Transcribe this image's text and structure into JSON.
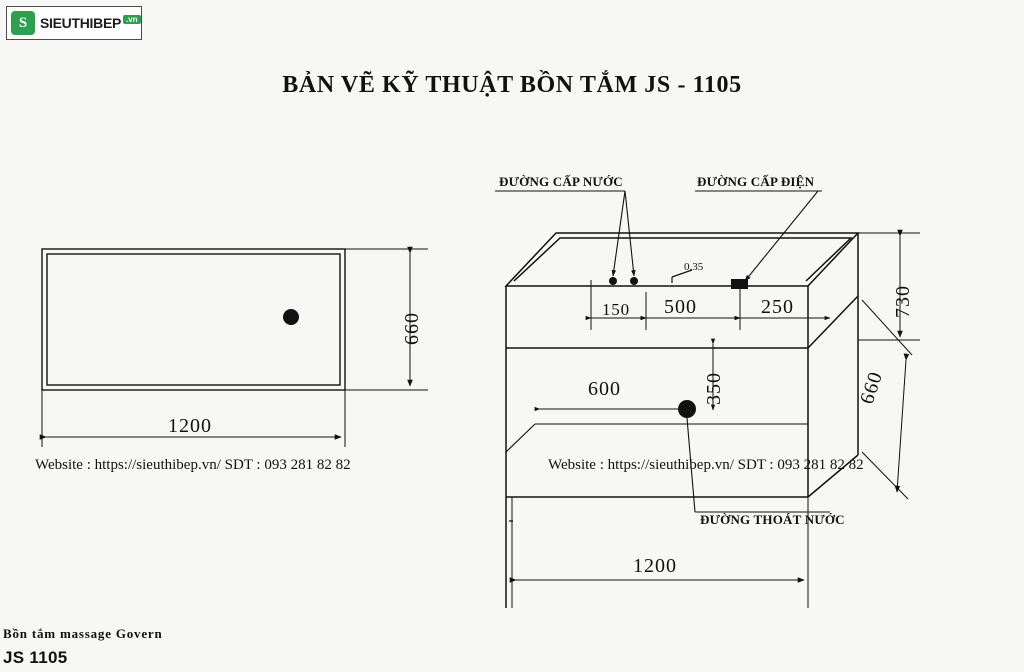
{
  "logo": {
    "brand": "SIEUTHIBEP",
    "suffix": ".vn",
    "mark": "S",
    "accent_color": "#2f9e4f"
  },
  "title": "BẢN VẼ KỸ THUẬT BỒN TẮM JS - 1105",
  "top_view": {
    "name": "top-view",
    "width_label": "1200",
    "height_label": "660",
    "drain_dot": true
  },
  "iso_view": {
    "name": "isometric-view",
    "callouts": {
      "water_supply": "ĐƯỜNG CẤP NƯỚC",
      "power_supply": "ĐƯỜNG CẤP ĐIỆN",
      "drain": "ĐƯỜNG THOÁT NƯỚC"
    },
    "dimensions": {
      "d150": "150",
      "d500": "500",
      "d250": "250",
      "d600": "600",
      "d350": "350",
      "d730": "730",
      "d660": "660",
      "d1200": "1200",
      "slope": "0.35"
    }
  },
  "watermarks": [
    {
      "text": "Website : https://sieuthibep.vn/    SDT : 093 281 82 82"
    },
    {
      "text": "Website : https://sieuthibep.vn/ SDT : 093 281 82 82"
    }
  ],
  "footer": {
    "line1": "Bồn tắm massage Govern",
    "line2": "JS 1105"
  },
  "colors": {
    "background": "#f7f7f5",
    "ink": "#1a1a1a",
    "accent": "#2f9e4f"
  }
}
